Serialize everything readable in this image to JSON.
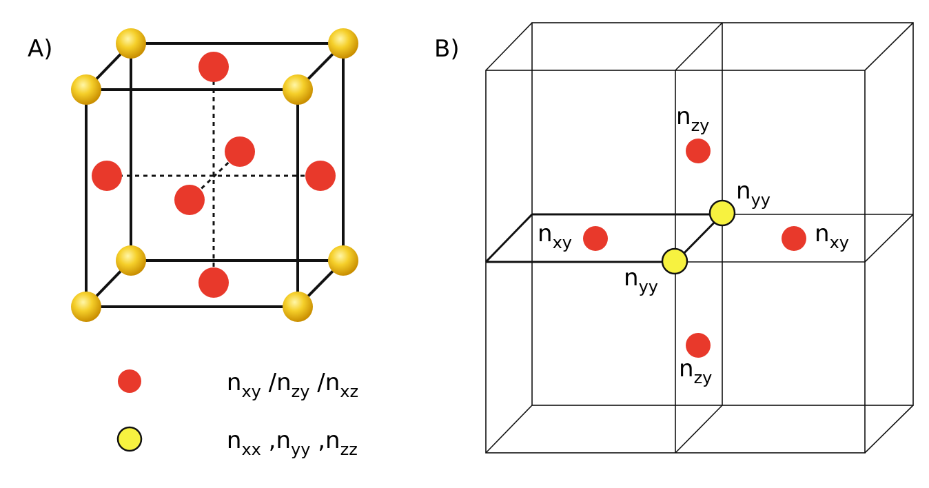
{
  "panel_a": {
    "label": "A)",
    "legend": [
      {
        "marker_color": "#e8392b",
        "terms": [
          {
            "base": "n",
            "sub": "xy"
          },
          {
            "base": " /n",
            "sub": "zy"
          },
          {
            "base": " /n",
            "sub": "xz"
          }
        ]
      },
      {
        "marker_color": "#f7f240",
        "terms": [
          {
            "base": "n",
            "sub": "xx"
          },
          {
            "base": " ,n",
            "sub": "yy"
          },
          {
            "base": " ,n",
            "sub": "zz"
          }
        ]
      }
    ]
  },
  "panel_b": {
    "label": "B)",
    "labels": [
      {
        "base": "n",
        "sub": "zy"
      },
      {
        "base": "n",
        "sub": "yy"
      },
      {
        "base": "n",
        "sub": "xy"
      },
      {
        "base": "n",
        "sub": "xy"
      },
      {
        "base": "n",
        "sub": "yy"
      },
      {
        "base": "n",
        "sub": "zy"
      }
    ]
  },
  "colors": {
    "red_site": "#e8392b",
    "yellow_site": "#f7f240",
    "gold_corner": "#f2c21b",
    "line": "#111111"
  }
}
